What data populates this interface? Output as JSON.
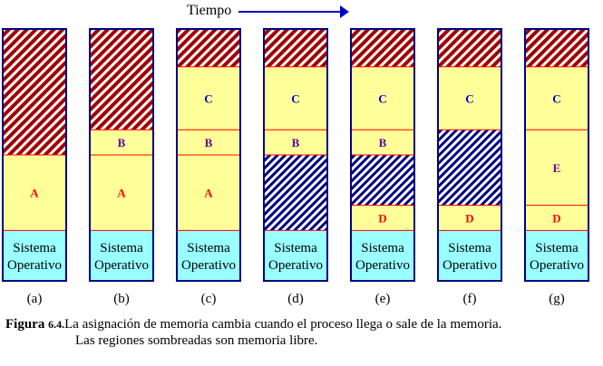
{
  "header": {
    "label": "Tiempo"
  },
  "colors": {
    "process": "#ffff99",
    "system": "#99ffff",
    "divider": "#ff0000",
    "free_initial": "#a00000",
    "free_later": "#000080",
    "label_red": "#ff0000",
    "label_blue": "#0000cc",
    "label_purple": "#660099"
  },
  "columns": [
    {
      "label": "(a)",
      "segments": [
        {
          "kind": "free-red",
          "text": "",
          "size_k": 1.0
        },
        {
          "kind": "process",
          "text": "A",
          "color": "red",
          "size_k": 0.6
        },
        {
          "kind": "system",
          "text": "Sistema\nOperativo",
          "size_k": 0.4
        }
      ]
    },
    {
      "label": "(b)",
      "segments": [
        {
          "kind": "free-red",
          "text": "",
          "size_k": 0.8
        },
        {
          "kind": "process",
          "text": "B",
          "color": "purple",
          "size_k": 0.2
        },
        {
          "kind": "process",
          "text": "A",
          "color": "red",
          "size_k": 0.6
        },
        {
          "kind": "system",
          "text": "Sistema\nOperativo",
          "size_k": 0.4
        }
      ]
    },
    {
      "label": "(c)",
      "segments": [
        {
          "kind": "free-red",
          "text": "",
          "size_k": 0.3
        },
        {
          "kind": "process",
          "text": "C",
          "color": "blue",
          "size_k": 0.5
        },
        {
          "kind": "process",
          "text": "B",
          "color": "purple",
          "size_k": 0.2
        },
        {
          "kind": "process",
          "text": "A",
          "color": "red",
          "size_k": 0.6
        },
        {
          "kind": "system",
          "text": "Sistema\nOperativo",
          "size_k": 0.4
        }
      ]
    },
    {
      "label": "(d)",
      "segments": [
        {
          "kind": "free-red",
          "text": "",
          "size_k": 0.3
        },
        {
          "kind": "process",
          "text": "C",
          "color": "blue",
          "size_k": 0.5
        },
        {
          "kind": "process",
          "text": "B",
          "color": "purple",
          "size_k": 0.2
        },
        {
          "kind": "free-blue",
          "text": "",
          "size_k": 0.6
        },
        {
          "kind": "system",
          "text": "Sistema\nOperativo",
          "size_k": 0.4
        }
      ]
    },
    {
      "label": "(e)",
      "segments": [
        {
          "kind": "free-red",
          "text": "",
          "size_k": 0.3
        },
        {
          "kind": "process",
          "text": "C",
          "color": "blue",
          "size_k": 0.5
        },
        {
          "kind": "process",
          "text": "B",
          "color": "purple",
          "size_k": 0.2
        },
        {
          "kind": "free-blue",
          "text": "",
          "size_k": 0.4
        },
        {
          "kind": "process",
          "text": "D",
          "color": "red",
          "size_k": 0.2
        },
        {
          "kind": "system",
          "text": "Sistema\nOperativo",
          "size_k": 0.4
        }
      ]
    },
    {
      "label": "(f)",
      "segments": [
        {
          "kind": "free-red",
          "text": "",
          "size_k": 0.3
        },
        {
          "kind": "process",
          "text": "C",
          "color": "blue",
          "size_k": 0.5
        },
        {
          "kind": "free-blue",
          "text": "",
          "size_k": 0.6
        },
        {
          "kind": "process",
          "text": "D",
          "color": "red",
          "size_k": 0.2
        },
        {
          "kind": "system",
          "text": "Sistema\nOperativo",
          "size_k": 0.4
        }
      ]
    },
    {
      "label": "(g)",
      "segments": [
        {
          "kind": "free-red",
          "text": "",
          "size_k": 0.3
        },
        {
          "kind": "process",
          "text": "C",
          "color": "blue",
          "size_k": 0.5
        },
        {
          "kind": "process",
          "text": "E",
          "color": "purple",
          "size_k": 0.6
        },
        {
          "kind": "process",
          "text": "D",
          "color": "red",
          "size_k": 0.2
        },
        {
          "kind": "system",
          "text": "Sistema\nOperativo",
          "size_k": 0.4
        }
      ]
    }
  ],
  "caption": {
    "figure_word": "Figura",
    "figure_number": "6.4.",
    "line1": "La asignación de memoria cambia cuando el proceso llega o sale de la memoria.",
    "line2": "Las regiones sombreadas son memoria libre."
  }
}
